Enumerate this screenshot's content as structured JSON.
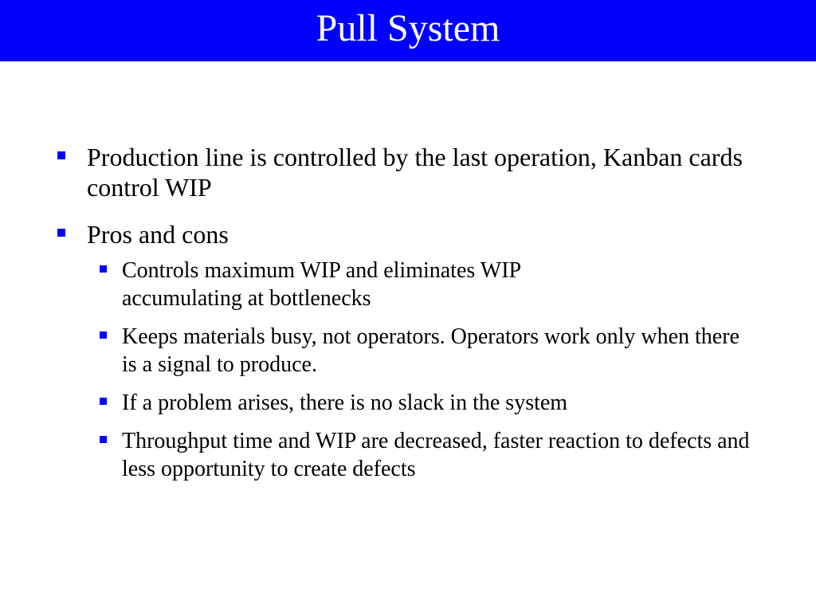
{
  "title": "Pull System",
  "colors": {
    "title_bar": "#0000ff",
    "title_text": "#ffffff",
    "bullet": "#0000ff",
    "body_text": "#000000"
  },
  "bullets": [
    {
      "text": "Production line is controlled by the last operation, Kanban cards control WIP"
    },
    {
      "text": "Pros and cons"
    }
  ],
  "sub_bullets": [
    {
      "text": "Controls maximum WIP and eliminates WIP accumulating at bottlenecks"
    },
    {
      "text": "Keeps materials busy, not operators. Operators work only when there is a signal to produce."
    },
    {
      "text": "If a problem arises, there is no slack in the system"
    },
    {
      "text": "Throughput time and WIP are decreased, faster reaction to defects and less opportunity to create defects"
    }
  ]
}
